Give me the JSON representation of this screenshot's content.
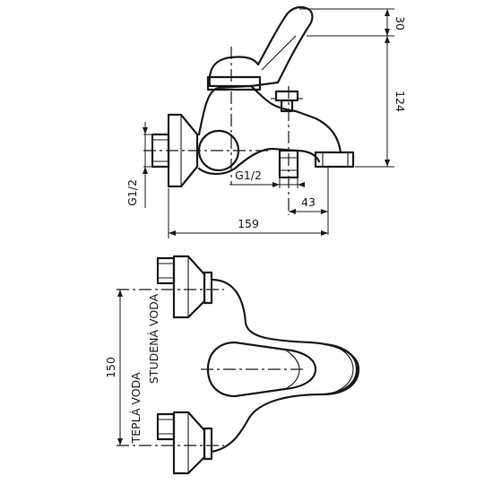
{
  "side_view": {
    "dim_height_top": "30",
    "dim_height_total": "124",
    "dim_thread_inlet": "G1/2",
    "dim_thread_outlet": "G1/2",
    "dim_outlet_offset": "43",
    "dim_length": "159"
  },
  "top_view": {
    "dim_inlet_spacing": "150",
    "label_cold_water": "STUDENÁ VODA",
    "label_warm_water": "TEPLÁ VODA"
  }
}
